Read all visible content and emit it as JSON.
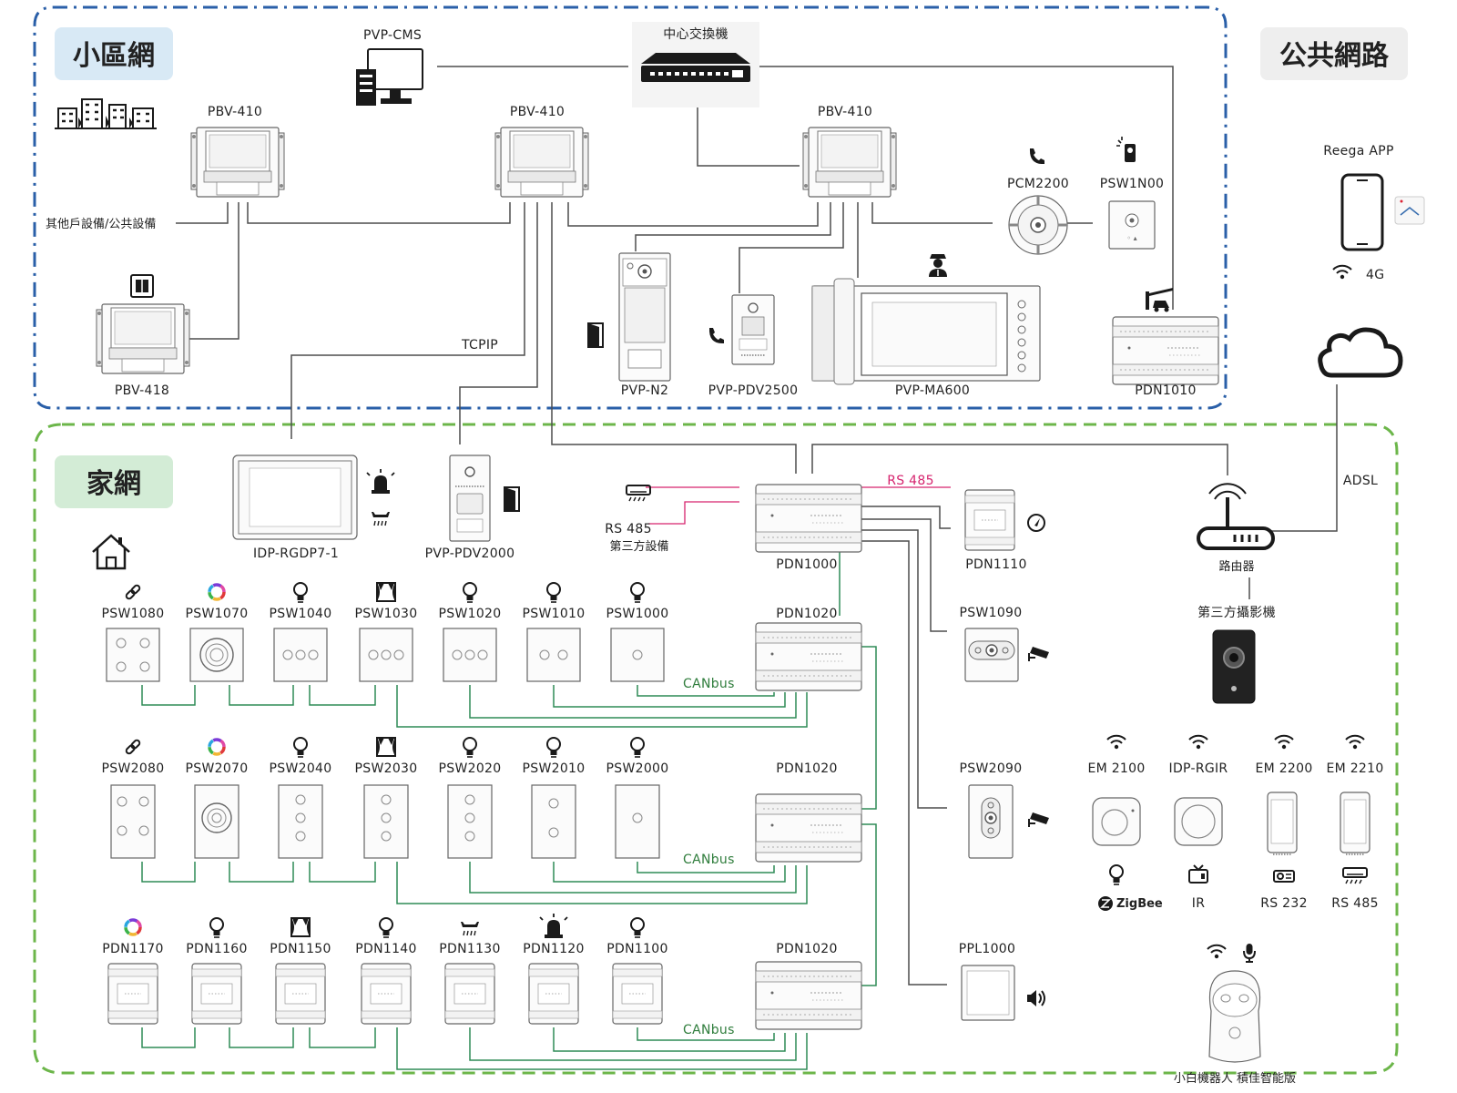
{
  "zones": {
    "community": "小區網",
    "public": "公共網路",
    "home": "家網"
  },
  "colors": {
    "community_border": "#2a5fa8",
    "home_border": "#6cb64a",
    "community_badge": "#d8e9f5",
    "home_badge": "#d3ecd6",
    "public_badge": "#eeeeee",
    "rs485": "#d6246e",
    "canbus": "#2e8b57"
  },
  "community": {
    "cms": "PVP-CMS",
    "switch": "中心交換機",
    "pbv_left": "PBV-410",
    "pbv_mid": "PBV-410",
    "pbv_right": "PBV-410",
    "other_equipment": "其他戶設備/公共設備",
    "pbv418": "PBV-418",
    "tcpip": "TCPIP",
    "pcm2200": "PCM2200",
    "psw1n00": "PSW1N00",
    "pvp_n2": "PVP-N2",
    "pvp_pdv2500": "PVP-PDV2500",
    "pvp_ma600": "PVP-MA600",
    "pdn1010": "PDN1010"
  },
  "public": {
    "reega_app": "Reega APP",
    "network": "4G",
    "adsl": "ADSL",
    "router": "路由器",
    "camera_label": "第三方攝影機"
  },
  "home": {
    "idp": "IDP-RGDP7-1",
    "pvp_pdv2000": "PVP-PDV2000",
    "rs485_top": "RS 485",
    "rs485_third_a": "RS 485",
    "rs485_third_b": "第三方設備",
    "pdn1000": "PDN1000",
    "pdn1110": "PDN1110",
    "psw1090": "PSW1090",
    "psw2090": "PSW2090",
    "ppl1000": "PPL1000",
    "canbus": "CANbus",
    "row1": [
      "PSW1080",
      "PSW1070",
      "PSW1040",
      "PSW1030",
      "PSW1020",
      "PSW1010",
      "PSW1000"
    ],
    "row1_pdn": "PDN1020",
    "row2": [
      "PSW2080",
      "PSW2070",
      "PSW2040",
      "PSW2030",
      "PSW2020",
      "PSW2010",
      "PSW2000"
    ],
    "row2_pdn": "PDN1020",
    "row3": [
      "PDN1170",
      "PDN1160",
      "PDN1150",
      "PDN1140",
      "PDN1130",
      "PDN1120",
      "PDN1100"
    ],
    "row3_pdn": "PDN1020",
    "wireless": [
      "EM 2100",
      "IDP-RGIR",
      "EM 2200",
      "EM 2210"
    ],
    "protocols": [
      "ZigBee",
      "IR",
      "RS 232",
      "RS 485"
    ],
    "robot": "小白機器人 積佳智能版"
  },
  "icons": [
    "buildings-icon",
    "house-icon",
    "monitor-icon",
    "phone-icon",
    "touch-icon",
    "door-icon",
    "guard-icon",
    "car-gate-icon",
    "intercom-icon",
    "smartphone-icon",
    "wifi-icon",
    "cloud-icon",
    "alarm-icon",
    "smoke-detector-icon",
    "ac-icon",
    "gauge-icon",
    "cctv-icon",
    "speaker-icon",
    "link-icon",
    "color-ring-icon",
    "bulb-icon",
    "curtain-icon",
    "tv-icon",
    "mic-icon"
  ]
}
